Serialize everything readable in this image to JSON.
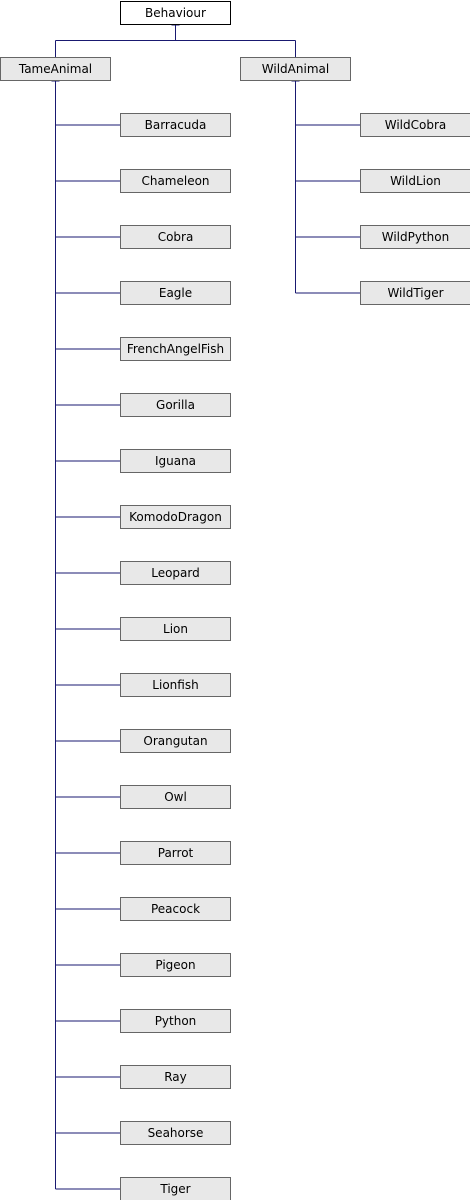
{
  "colors": {
    "edge": "#191970",
    "box_border": "#666666",
    "box_fill": "#e8e8e8",
    "root_border": "#000000",
    "root_fill": "#ffffff"
  },
  "root": {
    "label": "Behaviour"
  },
  "groups": [
    {
      "label": "TameAnimal",
      "children": [
        "Barracuda",
        "Chameleon",
        "Cobra",
        "Eagle",
        "FrenchAngelFish",
        "Gorilla",
        "Iguana",
        "KomodoDragon",
        "Leopard",
        "Lion",
        "Lionfish",
        "Orangutan",
        "Owl",
        "Parrot",
        "Peacock",
        "Pigeon",
        "Python",
        "Ray",
        "Seahorse",
        "Tiger"
      ]
    },
    {
      "label": "WildAnimal",
      "children": [
        "WildCobra",
        "WildLion",
        "WildPython",
        "WildTiger"
      ]
    }
  ]
}
